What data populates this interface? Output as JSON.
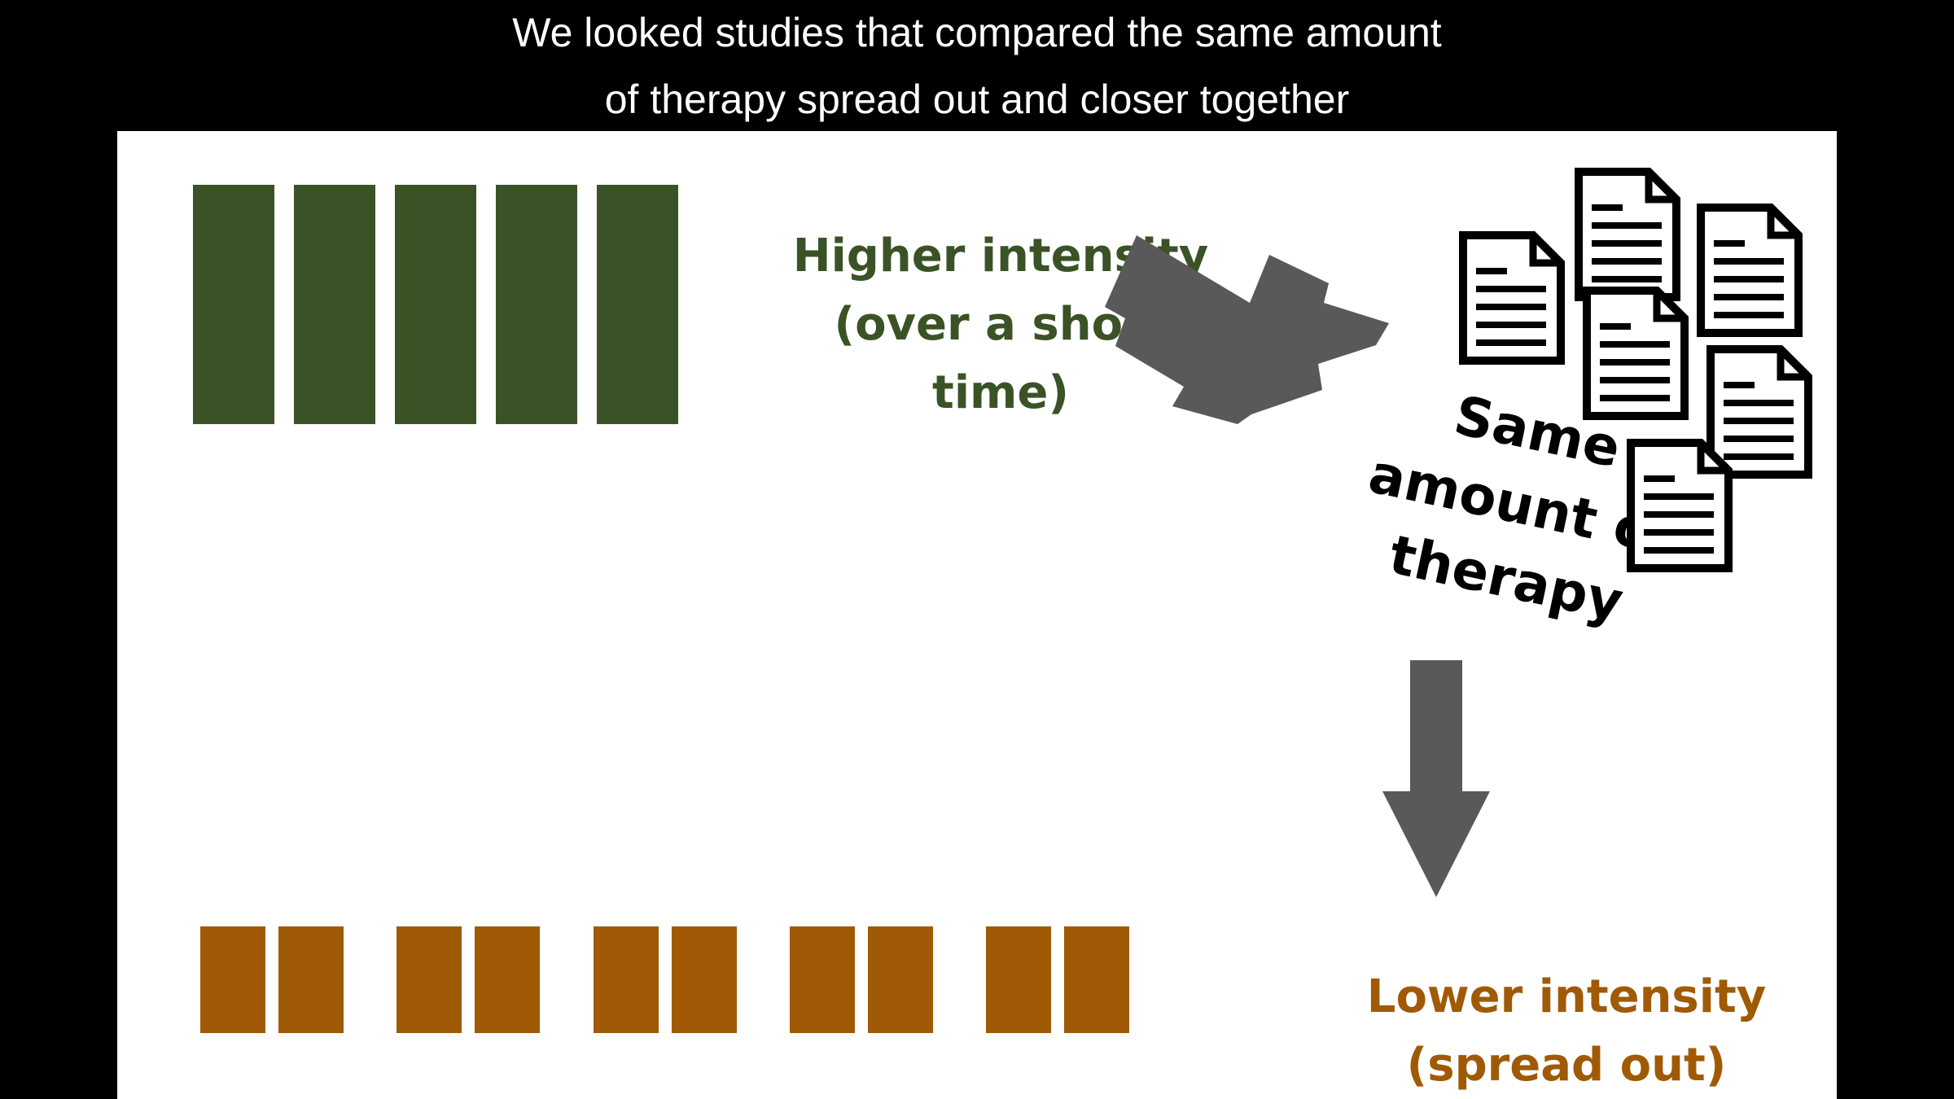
{
  "caption": {
    "line1": "We looked studies that compared the same amount",
    "line2": "of therapy spread out and closer together"
  },
  "higher_intensity": {
    "line1": "Higher intensity",
    "line2": "(over a short",
    "line3": "time)",
    "color": "#3a5326",
    "session_count": 5
  },
  "lower_intensity": {
    "line1": "Lower intensity",
    "line2": "(spread out)",
    "color": "#a05a06",
    "session_count": 10,
    "groups": 5
  },
  "same_amount": {
    "line1": "Same",
    "line2": "amount of",
    "line3": "therapy",
    "color": "#000000"
  },
  "arrows": {
    "color": "#595959",
    "icon_names": [
      "arrow-up-left-icon",
      "arrow-down-icon"
    ]
  },
  "documents": {
    "icon_name": "document-icon",
    "count": 6
  }
}
